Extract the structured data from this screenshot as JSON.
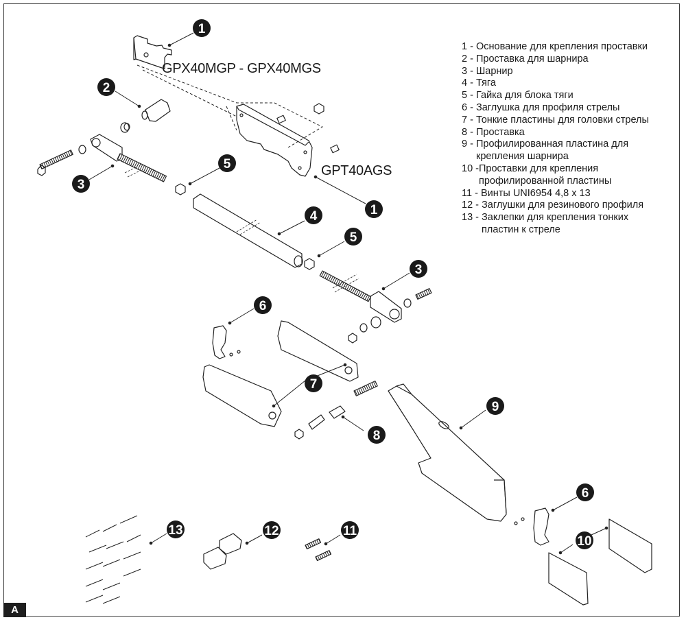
{
  "figure": {
    "section_tab": "A",
    "model_labels": {
      "top_bracket": "GPX40MGP - GPX40MGS",
      "plate_bracket": "GPT40AGS"
    },
    "callouts": [
      {
        "id": "c1a",
        "number": "1",
        "part": "Основание для крепления проставки"
      },
      {
        "id": "c1b",
        "number": "1",
        "part": "Основание для крепления проставки"
      },
      {
        "id": "c2",
        "number": "2",
        "part": "Проставка для шарнира"
      },
      {
        "id": "c3a",
        "number": "3",
        "part": "Шарнир"
      },
      {
        "id": "c3b",
        "number": "3",
        "part": "Шарнир"
      },
      {
        "id": "c4",
        "number": "4",
        "part": "Тяга"
      },
      {
        "id": "c5a",
        "number": "5",
        "part": "Гайка для блока тяги"
      },
      {
        "id": "c5b",
        "number": "5",
        "part": "Гайка для блока тяги"
      },
      {
        "id": "c6a",
        "number": "6",
        "part": "Заглушка для профиля стрелы"
      },
      {
        "id": "c6b",
        "number": "6",
        "part": "Заглушка для профиля стрелы"
      },
      {
        "id": "c7",
        "number": "7",
        "part": "Тонкие пластины для головки стрелы"
      },
      {
        "id": "c8",
        "number": "8",
        "part": "Проставка"
      },
      {
        "id": "c9",
        "number": "9",
        "part": "Профилированная пластина для крепления шарнира"
      },
      {
        "id": "c10",
        "number": "10",
        "part": "Проставки для крепления профилированной пластины"
      },
      {
        "id": "c11",
        "number": "11",
        "part": "Винты UNI6954 4,8 x 13"
      },
      {
        "id": "c12",
        "number": "12",
        "part": "Заглушки для резинового профиля"
      },
      {
        "id": "c13",
        "number": "13",
        "part": "Заклепки для крепления тонких пластин к стреле"
      }
    ]
  },
  "legend": {
    "items": [
      {
        "number": "1",
        "text": "Основание для крепления проставки"
      },
      {
        "number": "2",
        "text": "Проставка для шарнира"
      },
      {
        "number": "3",
        "text": "Шарнир"
      },
      {
        "number": "4",
        "text": "Тяга"
      },
      {
        "number": "5",
        "text": "Гайка для блока тяги"
      },
      {
        "number": "6",
        "text": "Заглушка для профиля стрелы"
      },
      {
        "number": "7",
        "text": "Тонкие пластины для головки стрелы"
      },
      {
        "number": "8",
        "text": "Проставка"
      },
      {
        "number": "9",
        "text": "Профилированная пластина для\n   крепления шарнира"
      },
      {
        "number": "10",
        "text": " Проставки для крепления\n   профилированной пластины"
      },
      {
        "number": "11",
        "text": "Винты UNI6954 4,8 x 13"
      },
      {
        "number": "12",
        "text": "Заглушки для резинового профиля"
      },
      {
        "number": "13",
        "text": "Заклепки для крепления тонких\n   пластин к стреле"
      }
    ]
  }
}
